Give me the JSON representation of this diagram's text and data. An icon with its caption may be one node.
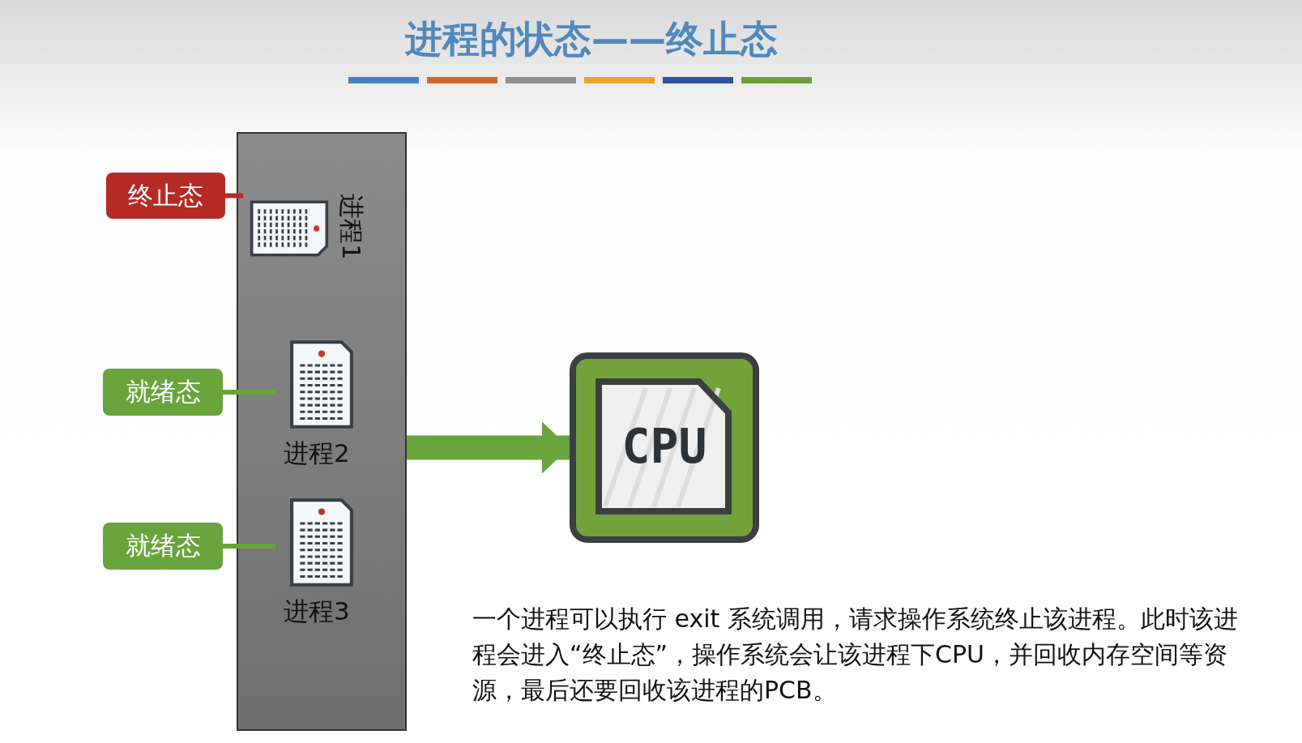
{
  "diagram": {
    "title": "进程的状态——终止态",
    "nodes": [
      {
        "text": [
          "终止态"
        ]
      },
      {
        "text": [],
        "shape": "box"
      },
      {
        "text": [
          "进程1"
        ],
        "in": 1
      },
      {
        "text": [
          "就绪态"
        ]
      },
      {
        "text": [
          "进程2"
        ],
        "in": 1
      },
      {
        "text": [
          "就绪态"
        ]
      },
      {
        "text": [
          "进程3"
        ],
        "in": 1
      },
      {
        "text": [
          "CPU"
        ]
      }
    ],
    "edges": [
      {
        "from": 0,
        "to": 2,
        "arrow": "none",
        "color": "#b52a24"
      },
      {
        "from": 3,
        "to": 4,
        "arrow": "none"
      },
      {
        "from": 5,
        "to": 6,
        "arrow": "none"
      },
      {
        "from": 1,
        "to": 7,
        "arrow": "to",
        "style": "thick"
      }
    ],
    "labels": [
      "一个进程可以执行 exit 系统调用，请求操作系统终止该进程。此时该进程会进入“终止态”，操作系统会让该进程下CPU，并回收内存空间等资源，最后还要回收该进程的PCB。"
    ]
  }
}
